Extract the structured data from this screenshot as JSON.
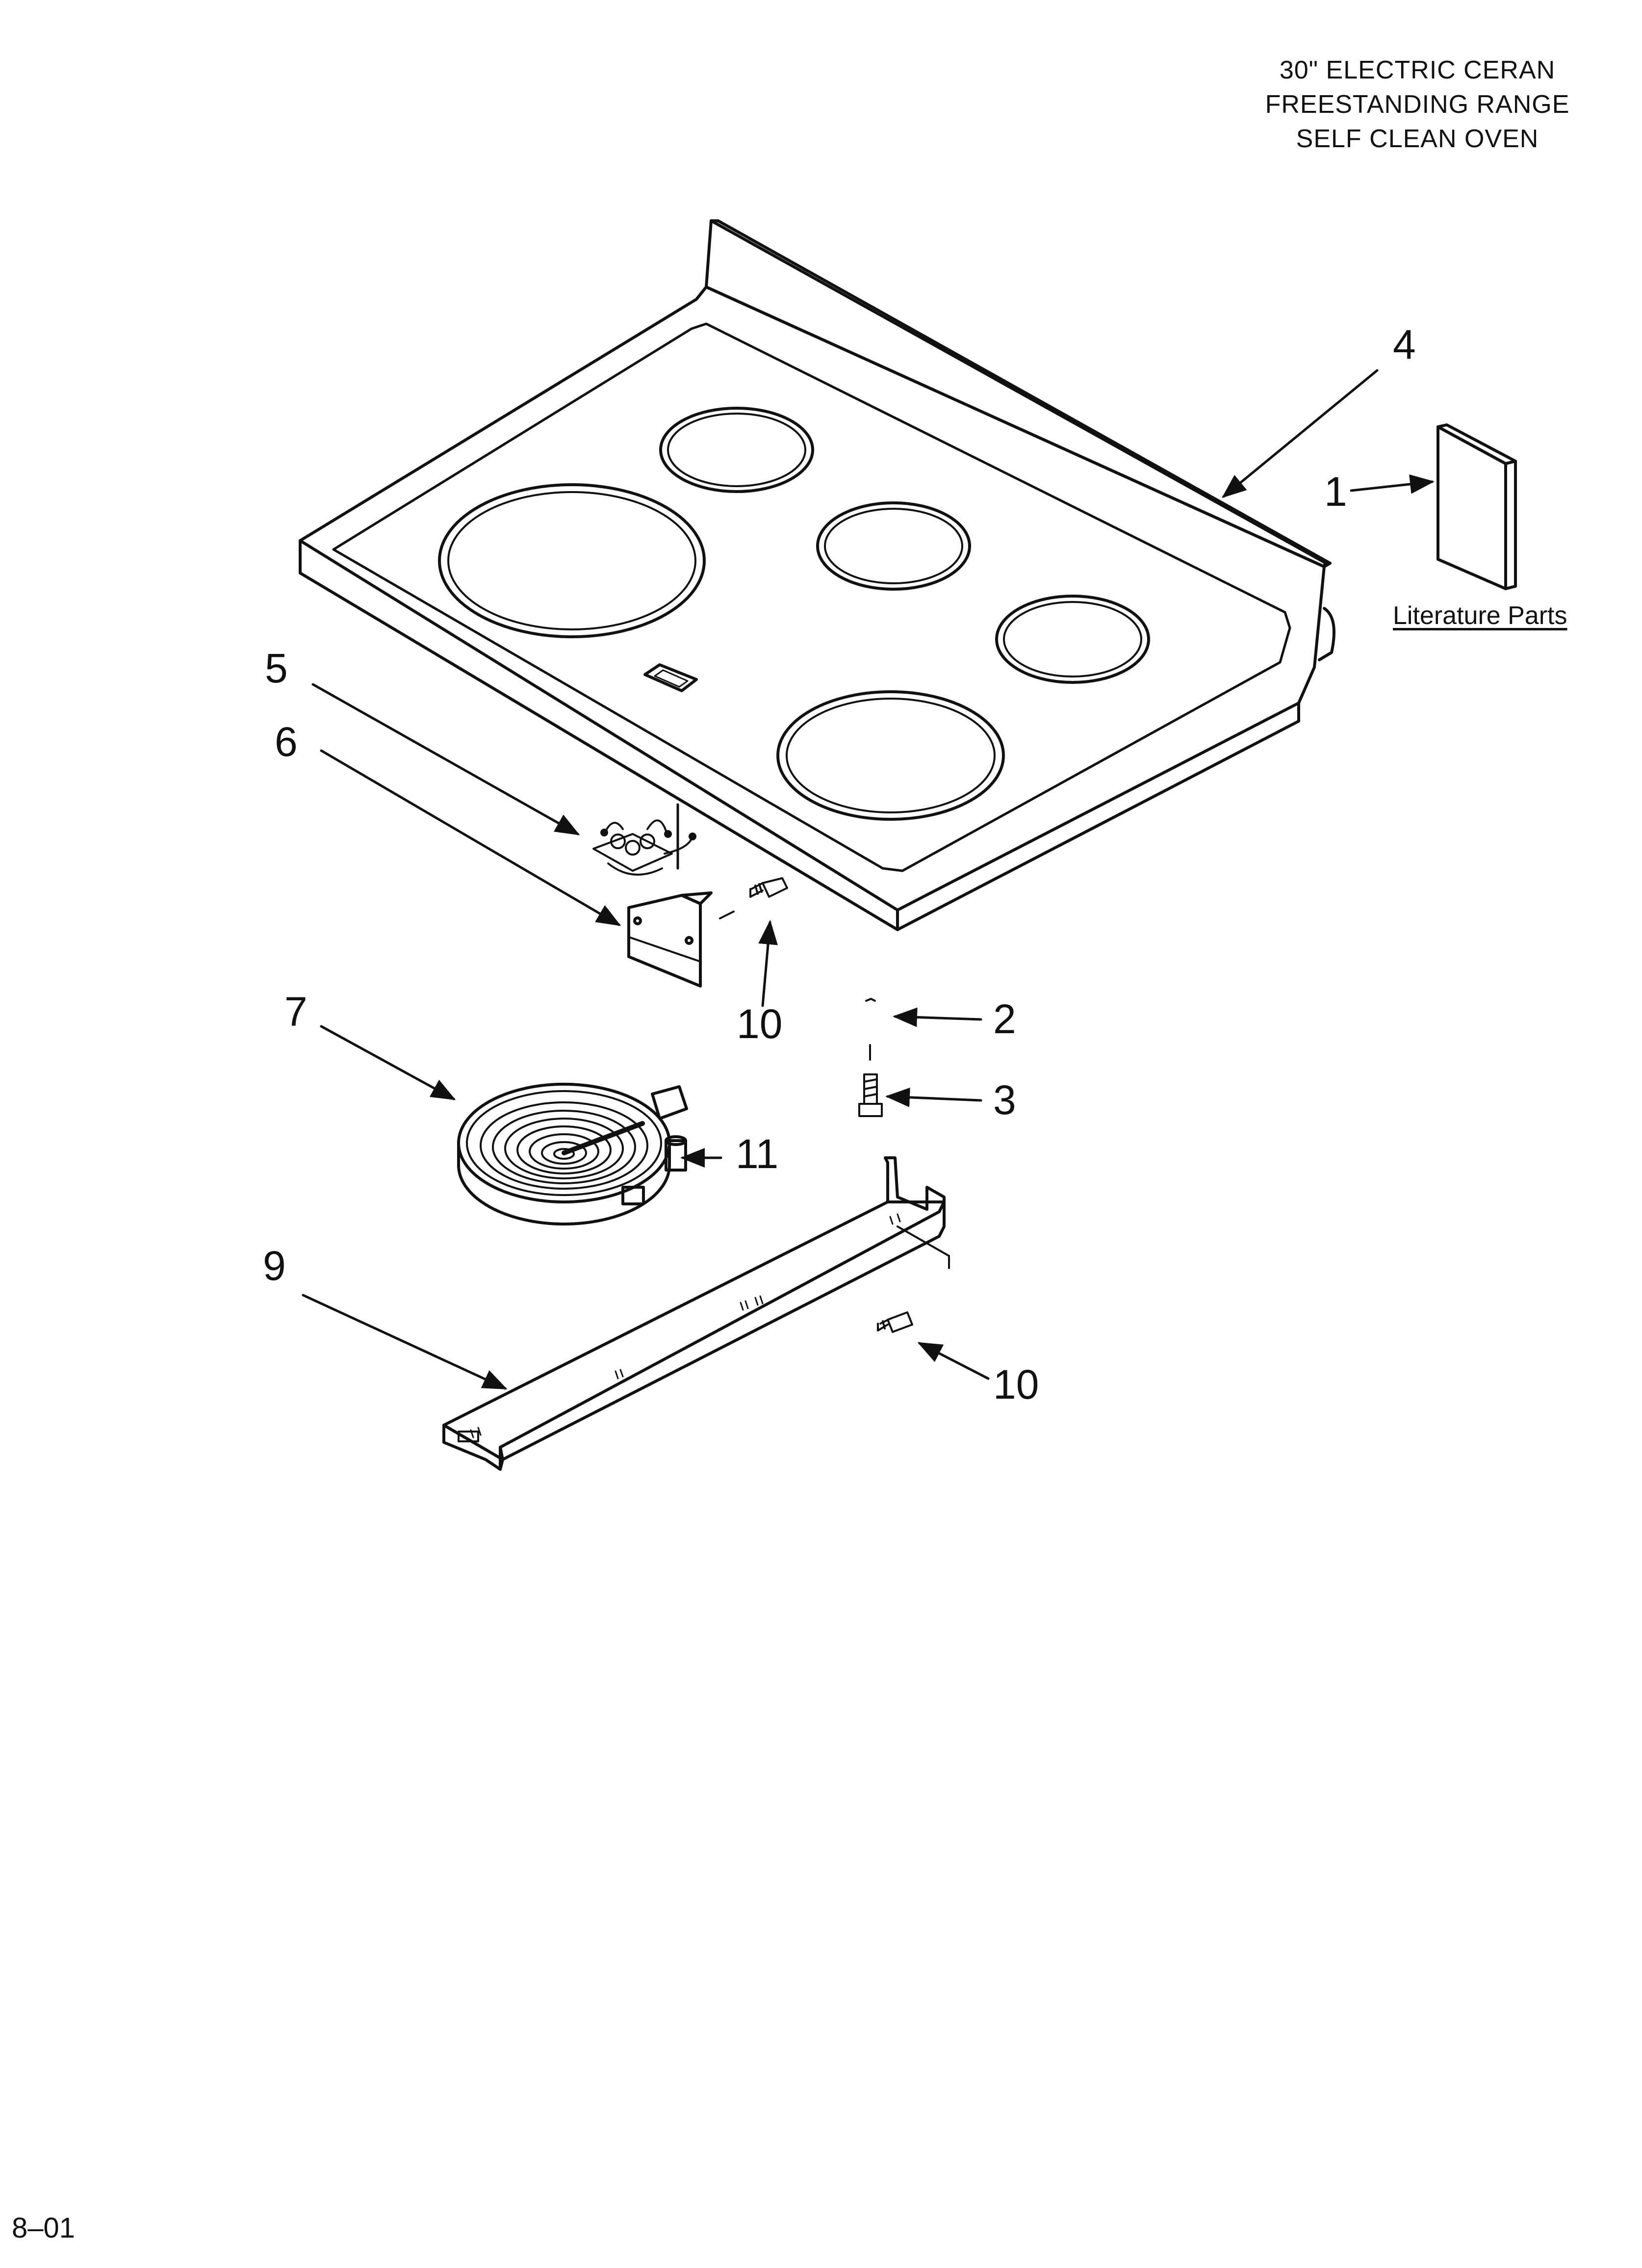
{
  "title": {
    "line1": "30\" ELECTRIC CERAN",
    "line2": "FREESTANDING RANGE",
    "line3": "SELF CLEAN OVEN"
  },
  "literature_label": "Literature Parts",
  "footer": "8–01",
  "callouts": {
    "c1": "1",
    "c2": "2",
    "c3": "3",
    "c4": "4",
    "c5": "5",
    "c6": "6",
    "c7": "7",
    "c9": "9",
    "c10a": "10",
    "c10b": "10",
    "c11": "11"
  },
  "colors": {
    "line": "#111111",
    "background": "#ffffff"
  }
}
